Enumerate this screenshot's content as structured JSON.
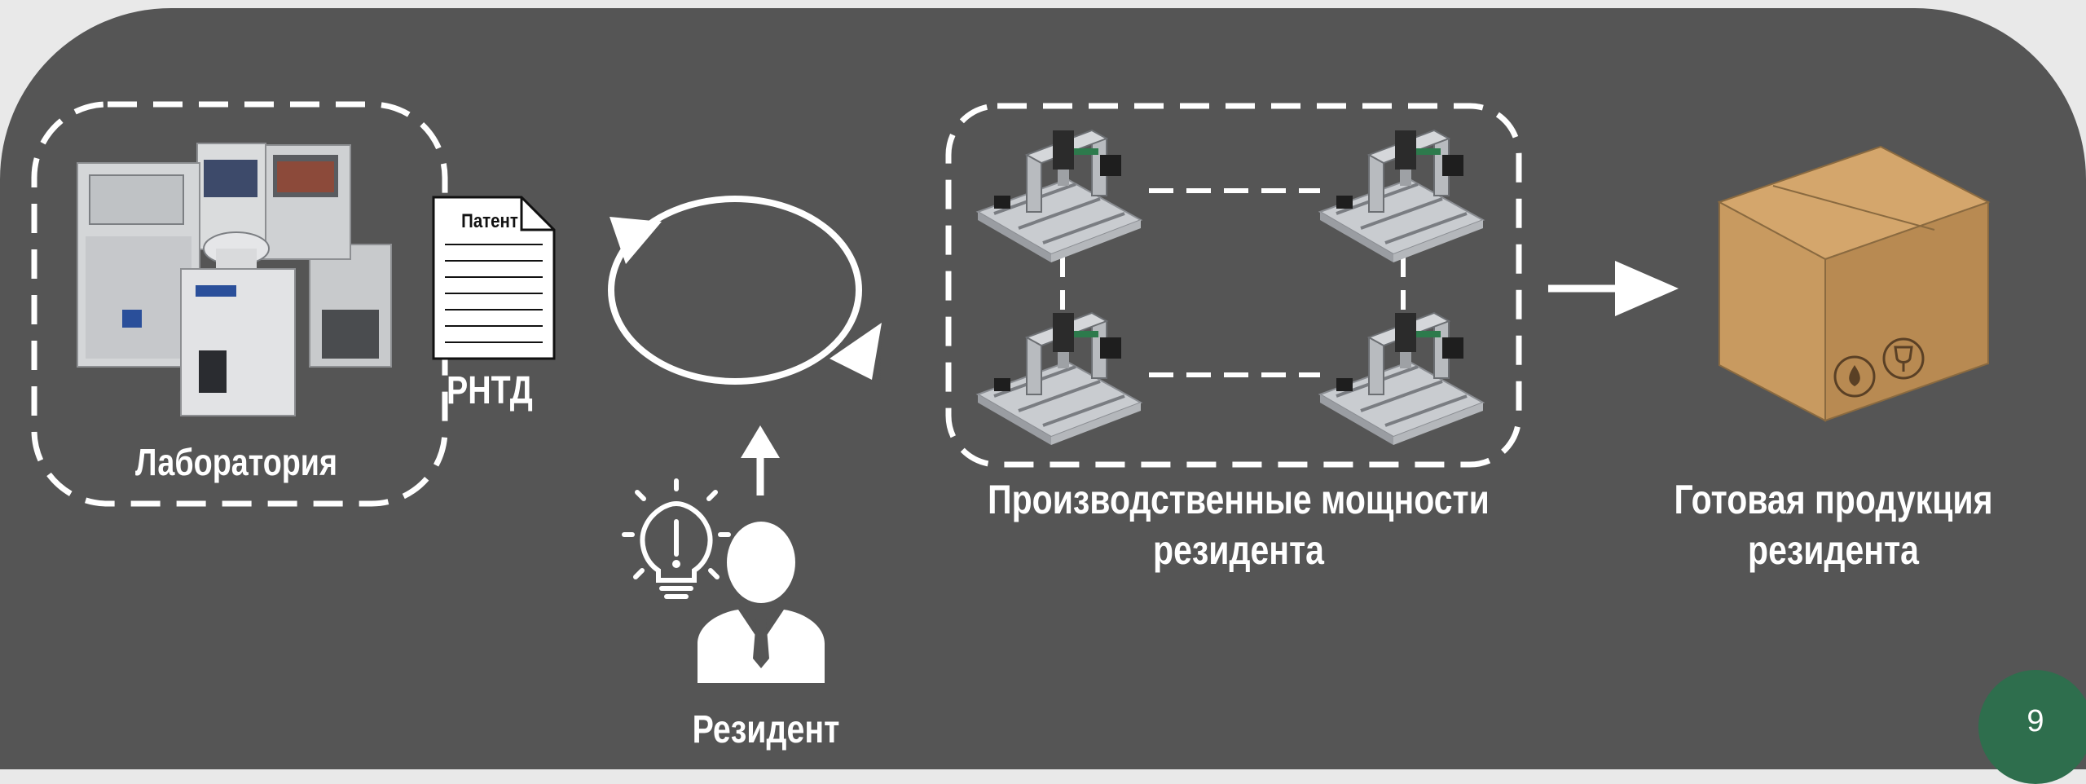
{
  "labels": {
    "laboratory": "Лаборатория",
    "patent": "Патент",
    "rntd": "РНТД",
    "resident": "Резидент",
    "production_line1": "Производственные мощности",
    "production_line2": "резидента",
    "goods_line1": "Готовая продукция",
    "goods_line2": "резидента"
  },
  "page_number": "9",
  "colors": {
    "panel": "#555555",
    "background": "#e9e9e9",
    "badge": "#2e6e4d",
    "box": "#c89a60"
  },
  "icons": [
    "lab-equipment",
    "patent-document",
    "cycle-arrows",
    "lightbulb-idea",
    "person",
    "cnc-machine",
    "arrow-right",
    "cardboard-box"
  ]
}
